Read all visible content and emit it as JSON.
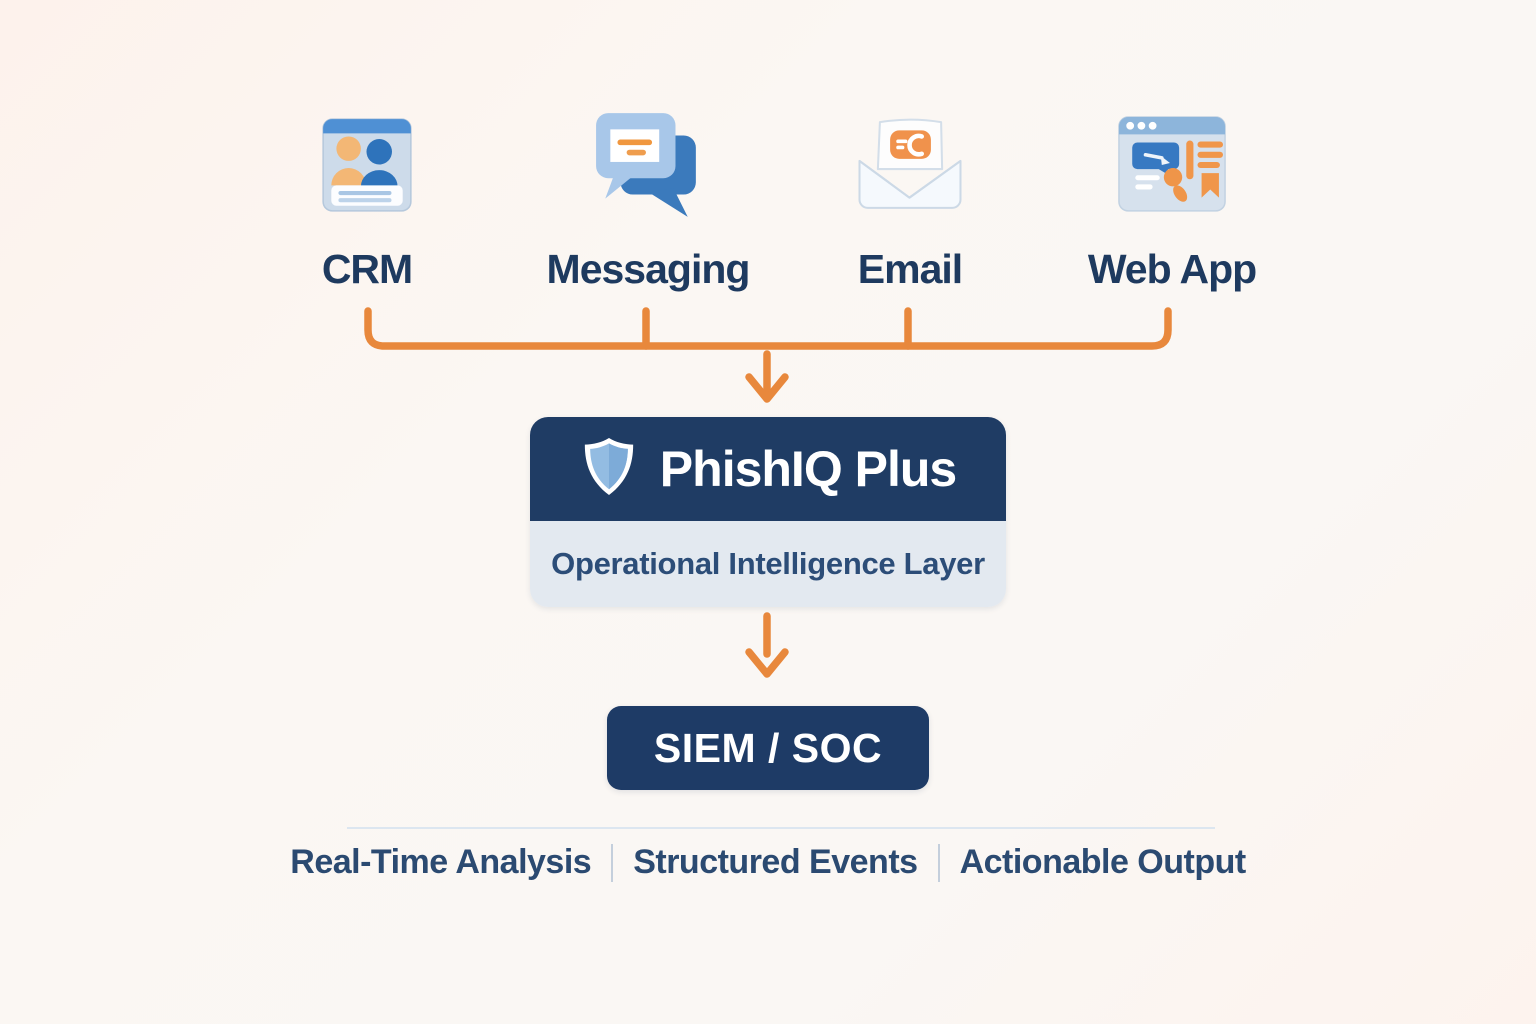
{
  "sources": [
    {
      "label": "CRM",
      "icon": "crm-card-icon"
    },
    {
      "label": "Messaging",
      "icon": "chat-bubbles-icon"
    },
    {
      "label": "Email",
      "icon": "envelope-icon"
    },
    {
      "label": "Web App",
      "icon": "browser-window-icon"
    }
  ],
  "processor": {
    "title": "PhishIQ Plus",
    "subtitle": "Operational Intelligence Layer",
    "icon": "shield-icon"
  },
  "destination": {
    "label": "SIEM / SOC"
  },
  "footer": {
    "items": [
      "Real-Time Analysis",
      "Structured Events",
      "Actionable Output"
    ],
    "separator": "|"
  },
  "colors": {
    "background": "#fbf7f3",
    "accent_orange": "#e8883c",
    "navy_box": "#1f3c64",
    "siem_navy": "#1e3b66",
    "light_panel": "#e3e9f0",
    "label_text": "#1e3a5f",
    "subtitle_text": "#2c4d78",
    "footer_text": "#2b4a71",
    "divider": "#dce6f0",
    "icon_blue": "#3779c2",
    "icon_light_blue": "#a8c7e9",
    "icon_orange": "#f0964a"
  }
}
